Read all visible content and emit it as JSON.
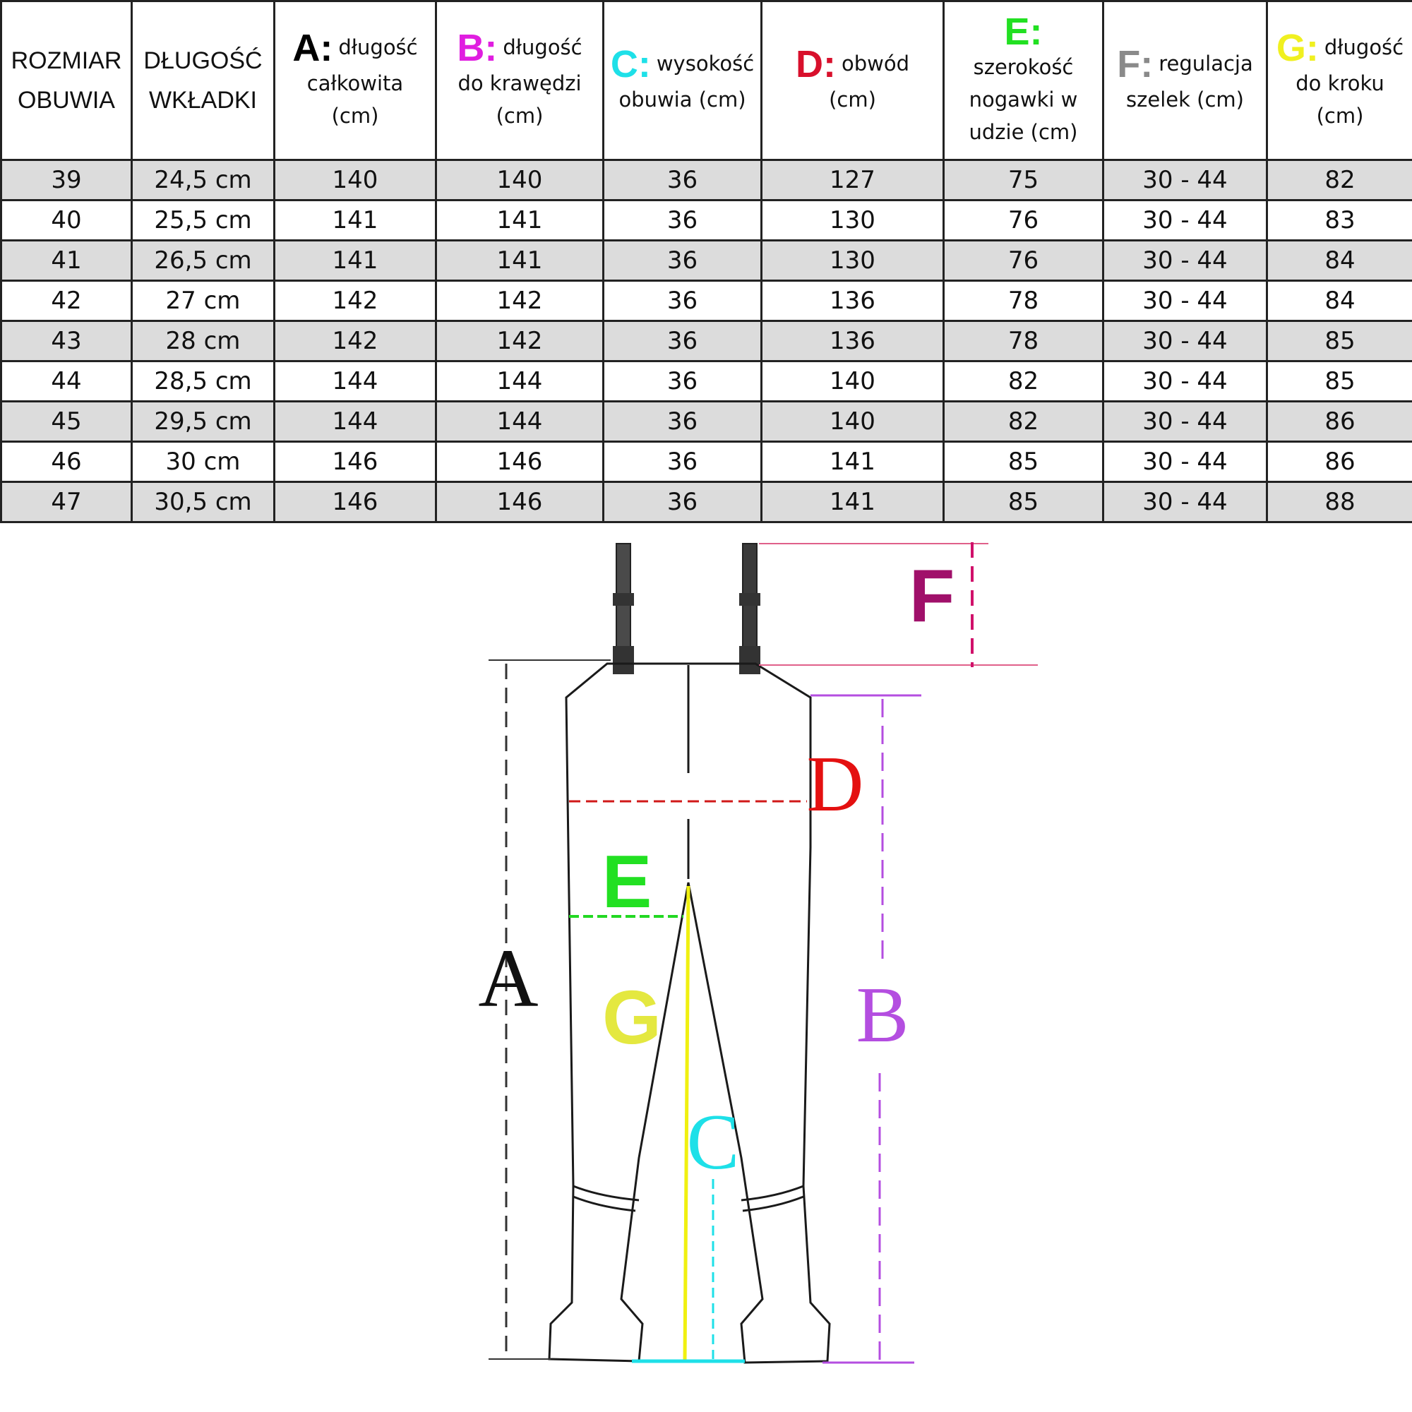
{
  "colors": {
    "A": "#000000",
    "B": "#e01ee0",
    "C": "#1ee0e8",
    "D": "#d8102c",
    "E": "#22e022",
    "F": "#8a8a8a",
    "G": "#f0f020",
    "F_diagram": "#a0106a",
    "B_diagram": "#b44ee0",
    "G_diagram": "#e4e840",
    "D_diagram": "#e41010"
  },
  "table": {
    "headers": [
      {
        "lines": [
          "ROZMIAR",
          "OBUWIA"
        ]
      },
      {
        "lines": [
          "DŁUGOŚĆ",
          "WKŁADKI"
        ]
      },
      {
        "letter": "A:",
        "line1": "długość",
        "rest": [
          "całkowita",
          "(cm)"
        ]
      },
      {
        "letter": "B:",
        "line1": "długość",
        "rest": [
          "do krawędzi",
          "(cm)"
        ]
      },
      {
        "letter": "C:",
        "line1": "wysokość",
        "rest": [
          "obuwia (cm)"
        ]
      },
      {
        "letter": "D:",
        "line1": "obwód",
        "rest": [
          "(cm)"
        ]
      },
      {
        "letter": "E:",
        "line1": "",
        "rest": [
          "szerokość",
          "nogawki w",
          "udzie (cm)"
        ]
      },
      {
        "letter": "F:",
        "line1": "regulacja",
        "rest": [
          "szelek (cm)"
        ]
      },
      {
        "letter": "G:",
        "line1": "długość",
        "rest": [
          "do kroku",
          "(cm)"
        ]
      }
    ],
    "rows": [
      [
        "39",
        "24,5 cm",
        "140",
        "140",
        "36",
        "127",
        "75",
        "30 - 44",
        "82"
      ],
      [
        "40",
        "25,5 cm",
        "141",
        "141",
        "36",
        "130",
        "76",
        "30 - 44",
        "83"
      ],
      [
        "41",
        "26,5 cm",
        "141",
        "141",
        "36",
        "130",
        "76",
        "30 - 44",
        "84"
      ],
      [
        "42",
        "27 cm",
        "142",
        "142",
        "36",
        "136",
        "78",
        "30 - 44",
        "84"
      ],
      [
        "43",
        "28 cm",
        "142",
        "142",
        "36",
        "136",
        "78",
        "30 - 44",
        "85"
      ],
      [
        "44",
        "28,5 cm",
        "144",
        "144",
        "36",
        "140",
        "82",
        "30 - 44",
        "85"
      ],
      [
        "45",
        "29,5 cm",
        "144",
        "144",
        "36",
        "140",
        "82",
        "30 - 44",
        "86"
      ],
      [
        "46",
        "30 cm",
        "146",
        "146",
        "36",
        "141",
        "85",
        "30 - 44",
        "86"
      ],
      [
        "47",
        "30,5 cm",
        "146",
        "146",
        "36",
        "141",
        "85",
        "30 - 44",
        "88"
      ]
    ]
  },
  "diagram": {
    "labels": {
      "A": "A",
      "B": "B",
      "C": "C",
      "D": "D",
      "E": "E",
      "F": "F",
      "G": "G"
    }
  }
}
